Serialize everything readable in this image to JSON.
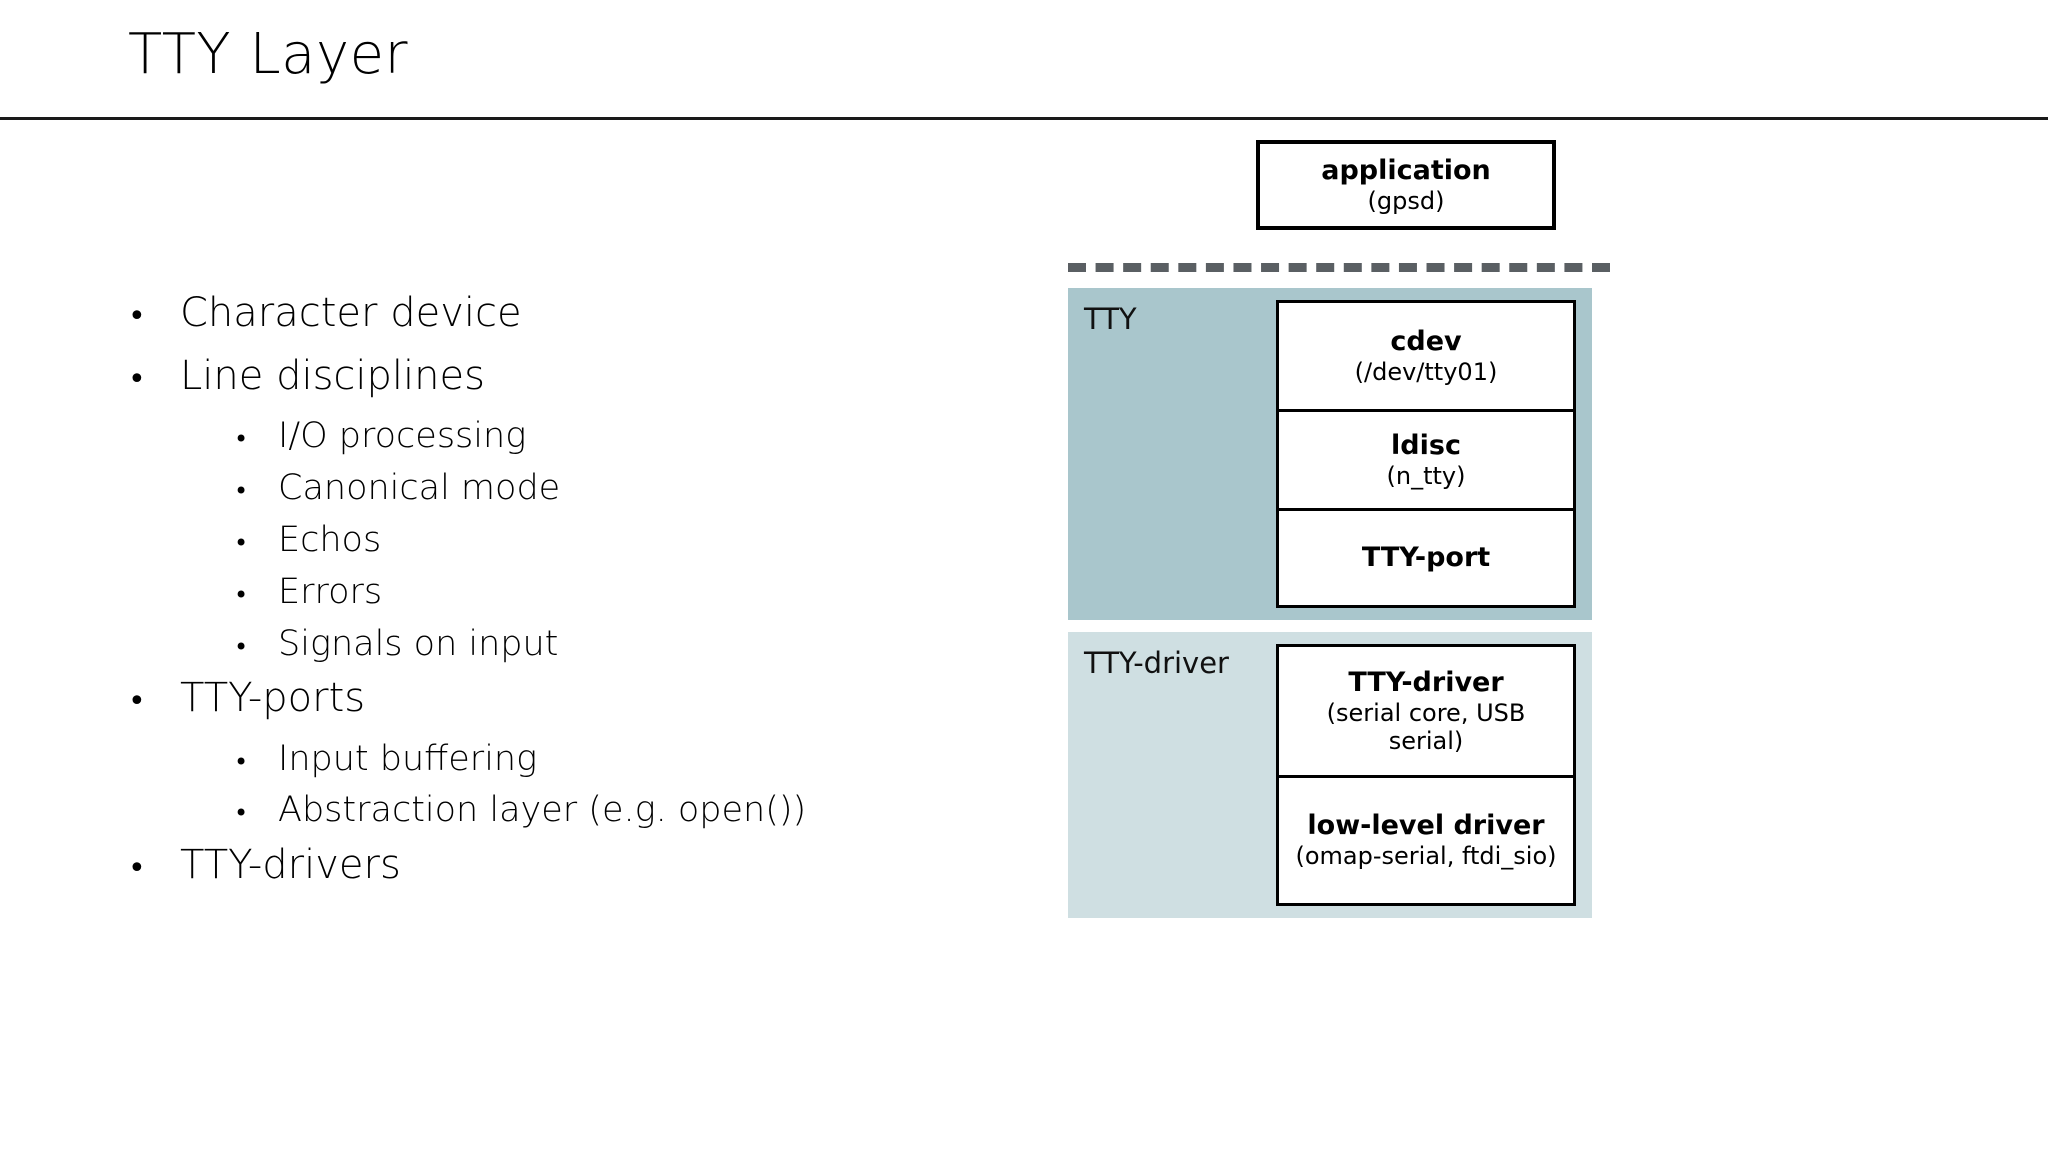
{
  "slide": {
    "title": "TTY Layer"
  },
  "bullets": [
    {
      "level": 1,
      "marker": "•",
      "text": "Character device"
    },
    {
      "level": 1,
      "marker": "•",
      "text": "Line disciplines"
    },
    {
      "level": 2,
      "marker": "•",
      "text": "I/O processing"
    },
    {
      "level": 2,
      "marker": "•",
      "text": "Canonical mode"
    },
    {
      "level": 2,
      "marker": "•",
      "text": "Echos"
    },
    {
      "level": 2,
      "marker": "•",
      "text": "Errors"
    },
    {
      "level": 2,
      "marker": "•",
      "text": "Signals on input"
    },
    {
      "level": 1,
      "marker": "•",
      "text": "TTY-ports"
    },
    {
      "level": 2,
      "marker": "•",
      "text": "Input buffering"
    },
    {
      "level": 2,
      "marker": "•",
      "text": "Abstraction layer (e.g. open())"
    },
    {
      "level": 1,
      "marker": "•",
      "text": "TTY-drivers"
    }
  ],
  "diagram": {
    "application": {
      "title": "application",
      "subtitle": "(gpsd)"
    },
    "layers": [
      {
        "caption": "TTY",
        "background": "#a9c6cc",
        "boxes": [
          {
            "title": "cdev",
            "subtitle": "(/dev/tty01)"
          },
          {
            "title": "ldisc",
            "subtitle": "(n_tty)"
          },
          {
            "title": "TTY-port",
            "subtitle": ""
          }
        ]
      },
      {
        "caption": "TTY-driver",
        "background": "#cfdfe2",
        "boxes": [
          {
            "title": "TTY-driver",
            "subtitle": "(serial core, USB serial)"
          },
          {
            "title": "low-level driver",
            "subtitle": "(omap-serial, ftdi_sio)"
          }
        ]
      }
    ],
    "divider_color": "#5a5f63"
  }
}
